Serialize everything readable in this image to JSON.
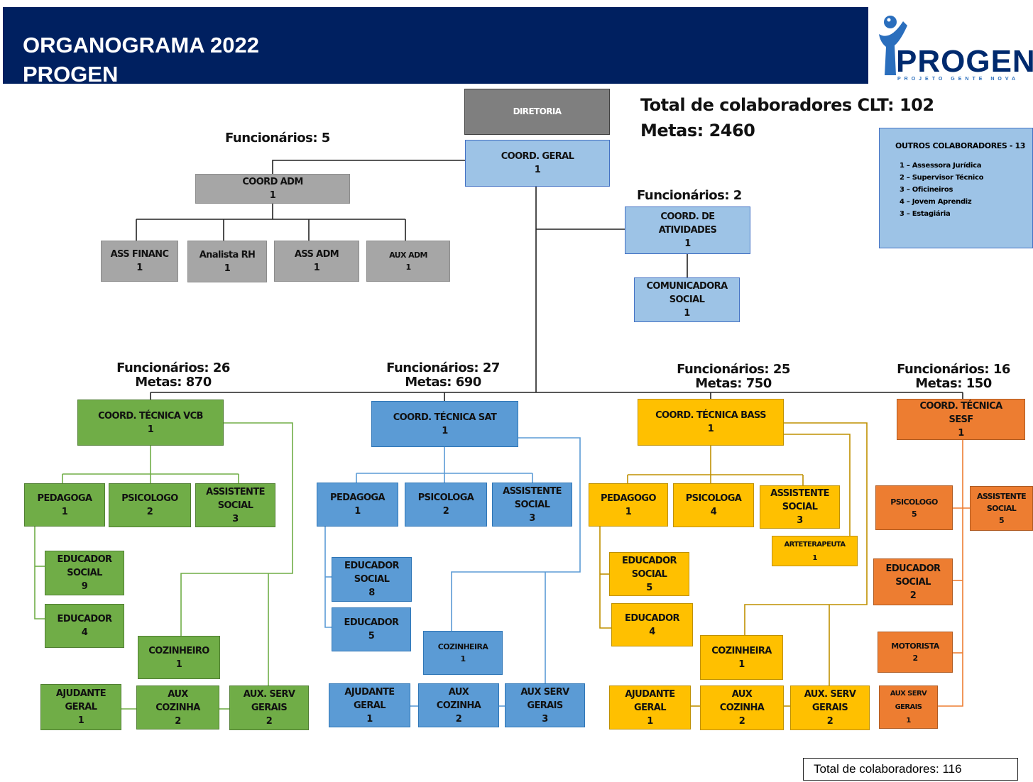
{
  "header": {
    "title_line1": "ORGANOGRAMA 2022",
    "title_line2": "PROGEN",
    "bg_color": "#002060"
  },
  "logo": {
    "text": "PROGEN",
    "subtitle": "PROJETO GENTE NOVA",
    "icon": "person-logo-icon"
  },
  "summary": {
    "total_clt": "Total de colaboradores CLT: 102",
    "metas": "Metas: 2460",
    "total_geral": "Total de colaboradores: 116"
  },
  "outros": {
    "title": "OUTROS COLABORADORES - 13",
    "items": [
      "1 – Assessora Jurídica",
      "2 – Supervisor Técnico",
      "3 – Oficineiros",
      "4 – Jovem Aprendiz",
      "3 – Estagiária"
    ]
  },
  "labels": {
    "adm": "Funcionários: 5",
    "atividades": "Funcionários: 2",
    "vcb": "Funcionários: 26\nMetas: 870",
    "sat": "Funcionários: 27\nMetas: 690",
    "bass": "Funcionários: 25\nMetas: 750",
    "sesf": "Funcionários: 16\nMetas: 150"
  },
  "colors": {
    "gray": "#a6a6a6",
    "light_blue": "#9dc3e6",
    "green": "#70ad47",
    "blue": "#5b9bd5",
    "gold": "#ffc000",
    "orange": "#ed7d31"
  },
  "boxes": {
    "diretoria": "DIRETORIA",
    "coord_geral": "COORD. GERAL\n1",
    "coord_adm": "COORD ADM\n1",
    "ass_financ": "ASS FINANC\n1",
    "analista_rh": "Analista RH\n1",
    "ass_adm": "ASS ADM\n1",
    "aux_adm": "AUX ADM\n1",
    "coord_atividades": "COORD. DE\nATIVIDADES\n1",
    "comunicadora": "COMUNICADORA\nSOCIAL\n1",
    "vcb": {
      "coord": "COORD. TÉCNICA VCB\n1",
      "pedagoga": "PEDAGOGA\n1",
      "psicologo": "PSICOLOGO\n2",
      "assistente": "ASSISTENTE\nSOCIAL\n3",
      "educador_social": "EDUCADOR\nSOCIAL\n9",
      "educador": "EDUCADOR\n4",
      "cozinheiro": "COZINHEIRO\n1",
      "ajudante": "AJUDANTE\nGERAL\n1",
      "aux_cozinha": "AUX\nCOZINHA\n2",
      "aux_serv": "AUX. SERV\nGERAIS\n2"
    },
    "sat": {
      "coord": "COORD. TÉCNICA SAT\n1",
      "pedagoga": "PEDAGOGA\n1",
      "psicologa": "PSICOLOGA\n2",
      "assistente": "ASSISTENTE\nSOCIAL\n3",
      "educador_social": "EDUCADOR\nSOCIAL\n8",
      "educador": "EDUCADOR\n5",
      "cozinheira": "COZINHEIRA\n1",
      "ajudante": "AJUDANTE\nGERAL\n1",
      "aux_cozinha": "AUX\nCOZINHA\n2",
      "aux_serv": "AUX SERV\nGERAIS\n3"
    },
    "bass": {
      "coord": "COORD. TÉCNICA BASS\n1",
      "pedagogo": "PEDAGOGO\n1",
      "psicologa": "PSICOLOGA\n4",
      "assistente": "ASSISTENTE\nSOCIAL\n3",
      "arteterapeuta": "ARTETERAPEUTA\n1",
      "educador_social": "EDUCADOR\nSOCIAL\n5",
      "educador": "EDUCADOR\n4",
      "cozinheira": "COZINHEIRA\n1",
      "ajudante": "AJUDANTE\nGERAL\n1",
      "aux_cozinha": "AUX\nCOZINHA\n2",
      "aux_serv": "AUX. SERV\nGERAIS\n2"
    },
    "sesf": {
      "coord": "COORD. TÉCNICA\nSESF\n1",
      "psicologo": "PSICOLOGO\n5",
      "assistente": "ASSISTENTE\nSOCIAL\n5",
      "educador_social": "EDUCADOR\nSOCIAL\n2",
      "motorista": "MOTORISTA\n2",
      "aux_serv": "AUX SERV\nGERAIS\n1"
    }
  }
}
